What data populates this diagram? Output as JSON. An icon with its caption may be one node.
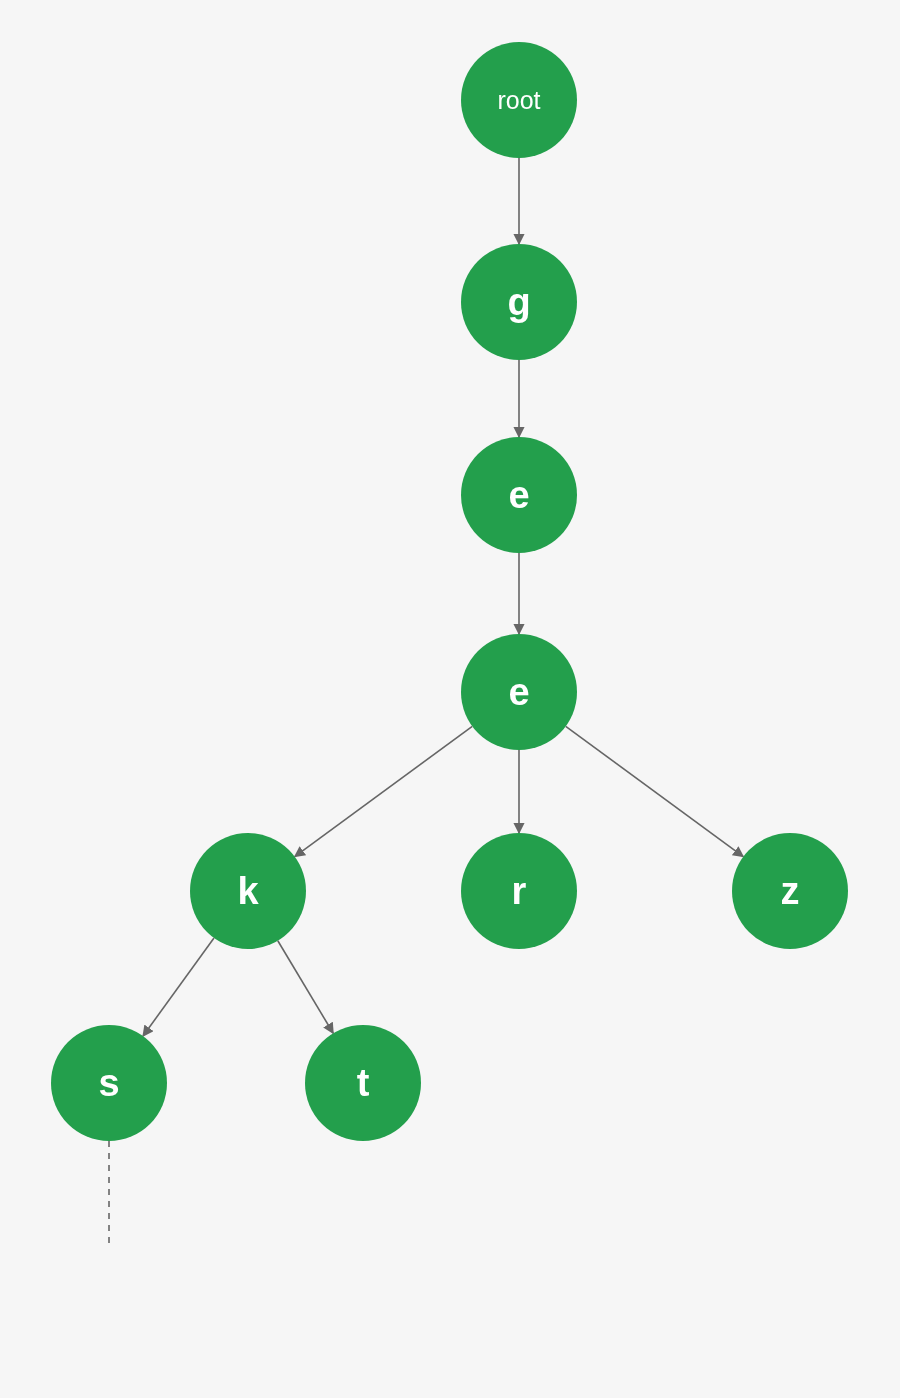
{
  "diagram": {
    "nodes": [
      {
        "text": [
          "root"
        ]
      },
      {
        "text": [
          "g"
        ]
      },
      {
        "text": [
          "e"
        ]
      },
      {
        "text": [
          "e"
        ]
      },
      {
        "text": [
          "k"
        ]
      },
      {
        "text": [
          "r"
        ]
      },
      {
        "text": [
          "z"
        ]
      },
      {
        "text": [
          "s"
        ]
      },
      {
        "text": [
          "t"
        ]
      }
    ],
    "edges": [
      {
        "from": 0,
        "to": 1,
        "arrow": "to"
      },
      {
        "from": 1,
        "to": 2,
        "arrow": "to"
      },
      {
        "from": 2,
        "to": 3,
        "arrow": "to"
      },
      {
        "from": 3,
        "to": 4,
        "arrow": "to"
      },
      {
        "from": 3,
        "to": 5,
        "arrow": "to"
      },
      {
        "from": 3,
        "to": 6,
        "arrow": "to"
      },
      {
        "from": 4,
        "to": 7,
        "arrow": "to"
      },
      {
        "from": 4,
        "to": 8,
        "arrow": "to"
      },
      {
        "from": 7,
        "to": null,
        "arrow": "none",
        "style": "dashed"
      }
    ]
  }
}
